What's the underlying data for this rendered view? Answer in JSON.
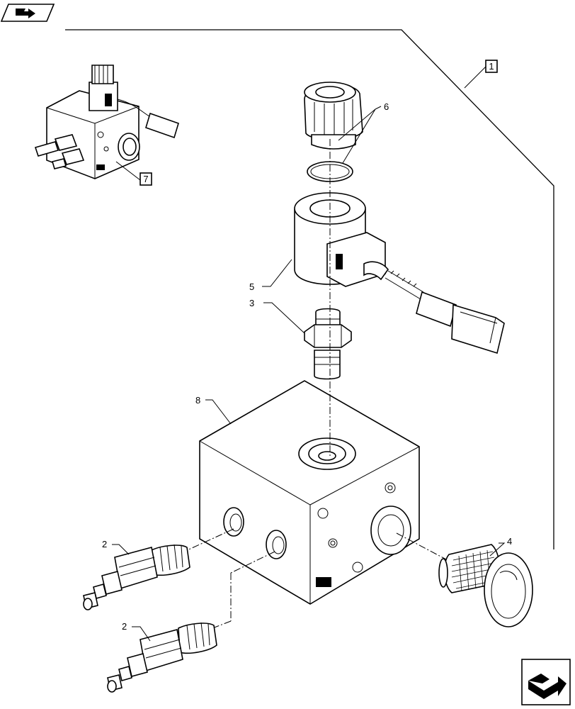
{
  "callouts": {
    "c1": "1",
    "c2a": "2",
    "c2b": "2",
    "c3": "3",
    "c4": "4",
    "c5": "5",
    "c6": "6",
    "c7": "7",
    "c8": "8"
  },
  "icons": {
    "top_left": "book-arrow-icon",
    "bottom_right": "next-page-arrow-icon"
  }
}
